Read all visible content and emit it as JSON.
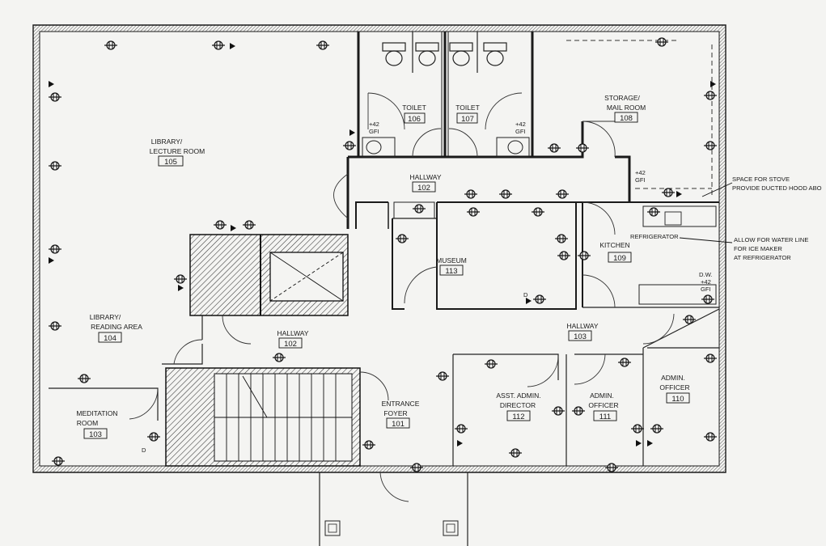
{
  "rooms": [
    {
      "id": "library-lecture",
      "label": [
        "LIBRARY/",
        "LECTURE ROOM"
      ],
      "number": "105"
    },
    {
      "id": "toilet-106",
      "label": [
        "TOILET"
      ],
      "number": "106"
    },
    {
      "id": "toilet-107",
      "label": [
        "TOILET"
      ],
      "number": "107"
    },
    {
      "id": "storage-mail",
      "label": [
        "STORAGE/",
        "MAIL ROOM"
      ],
      "number": "108"
    },
    {
      "id": "hallway-102-upper",
      "label": [
        "HALLWAY"
      ],
      "number": "102"
    },
    {
      "id": "museum",
      "label": [
        "MUSEUM"
      ],
      "number": "113"
    },
    {
      "id": "kitchen",
      "label": [
        "KITCHEN"
      ],
      "number": "109"
    },
    {
      "id": "library-reading",
      "label": [
        "LIBRARY/",
        "READING AREA"
      ],
      "number": "104"
    },
    {
      "id": "hallway-102-lower",
      "label": [
        "HALLWAY"
      ],
      "number": "102"
    },
    {
      "id": "hallway-103",
      "label": [
        "HALLWAY"
      ],
      "number": "103"
    },
    {
      "id": "meditation",
      "label": [
        "MEDITATION",
        "ROOM"
      ],
      "number": "103"
    },
    {
      "id": "entrance-foyer",
      "label": [
        "ENTRANCE",
        "FOYER"
      ],
      "number": "101"
    },
    {
      "id": "asst-admin-director",
      "label": [
        "ASST. ADMIN.",
        "DIRECTOR"
      ],
      "number": "112"
    },
    {
      "id": "admin-officer-111",
      "label": [
        "ADMIN.",
        "OFFICER"
      ],
      "number": "111"
    },
    {
      "id": "admin-officer-110",
      "label": [
        "ADMIN.",
        "OFFICER"
      ],
      "number": "110"
    }
  ],
  "fixtures": {
    "gfi_label": "GFI",
    "gfi_height": "+42",
    "refrigerator": "REFRIGERATOR",
    "dishwasher": "D.W.",
    "data_outlet": "D"
  },
  "notes": {
    "stove": [
      "SPACE FOR STOVE",
      "PROVIDE DUCTED HOOD ABO"
    ],
    "water_line": [
      "ALLOW FOR WATER LINE",
      "FOR ICE MAKER",
      "AT REFRIGERATOR"
    ]
  }
}
